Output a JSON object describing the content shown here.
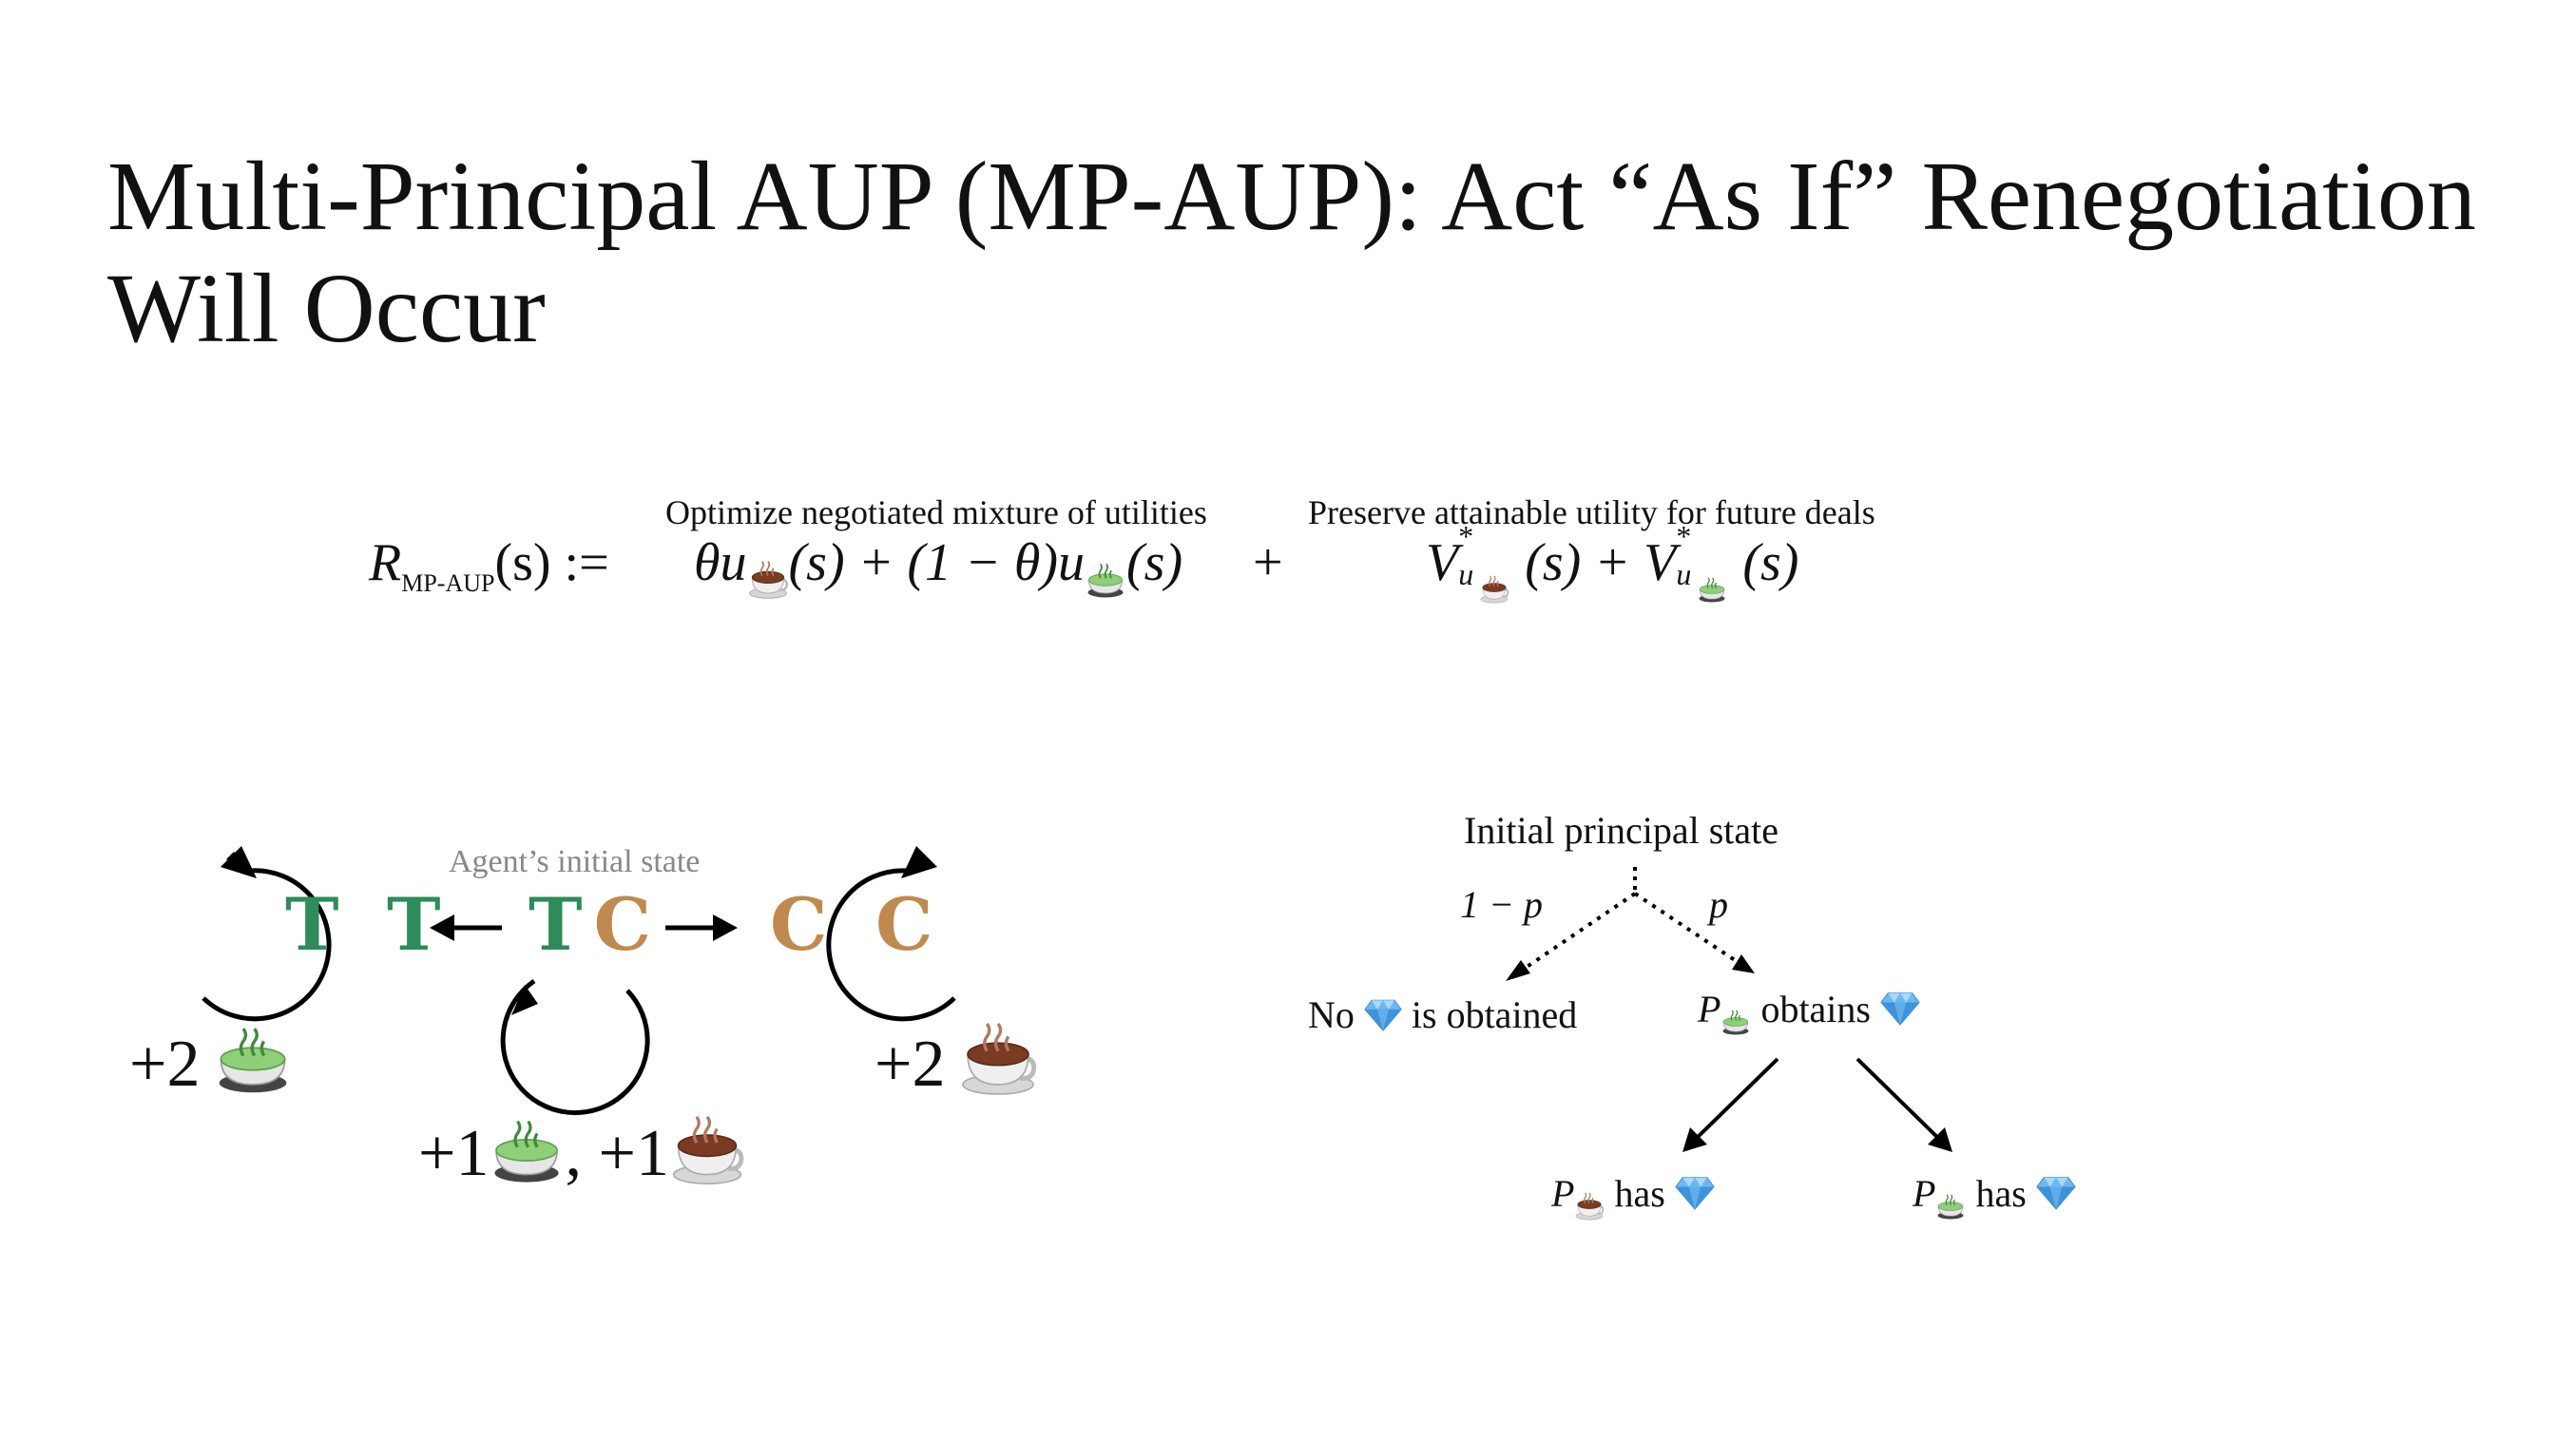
{
  "title": {
    "line1": "Multi-Principal AUP (MP-AUP): Act “As If” Renegotiation",
    "line2": "Will Occur"
  },
  "equation": {
    "lhs_symbol": "R",
    "lhs_subscript": "MP-AUP",
    "lhs_arg": "(s) :=",
    "term1": "θu",
    "term1_arg": "(s) + (1 − θ)u",
    "term2_arg": "(s)",
    "plus": "+",
    "value_symbol": "V",
    "value_sup": "*",
    "value_sub": "u",
    "value1_arg": "(s) + V",
    "value2_arg": "(s)",
    "label_mixture": "Optimize negotiated mixture of utilities",
    "label_preserve": "Preserve attainable utility for future deals"
  },
  "state_diagram": {
    "initial_label": "Agent’s initial state",
    "state_tt": "T T",
    "state_tc_t": "T",
    "state_tc_c": "C",
    "state_cc": "C C",
    "reward_tt": "+2",
    "reward_cc": "+2",
    "reward_tc_a": "+1",
    "reward_tc_sep": ", +1"
  },
  "principal_tree": {
    "root_label": "Initial principal state",
    "left_prob": "1 − p",
    "right_prob": "p",
    "left_outcome_a": "No",
    "left_outcome_b": "is obtained",
    "right_outcome_p": "P",
    "right_outcome_b": "obtains",
    "leaf1_p": "P",
    "leaf1_text": "has",
    "leaf2_p": "P",
    "leaf2_text": "has"
  },
  "icons": [
    "green-tea-icon",
    "coffee-icon",
    "diamond-icon"
  ],
  "colors": {
    "tea_green": "#2e8b5a",
    "coffee_brown": "#c08a4e",
    "gray_text": "#888888",
    "diamond_blue": "#5aaef0"
  }
}
